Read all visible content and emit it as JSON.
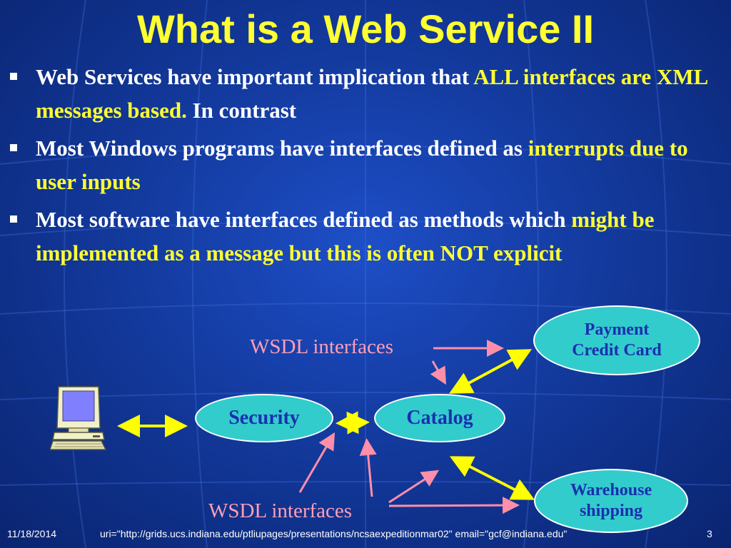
{
  "slide": {
    "title": "What is a Web Service II",
    "bullets": [
      {
        "parts": [
          {
            "text": "Web Services have important implication that ",
            "highlight": false
          },
          {
            "text": "ALL interfaces are XML messages based.",
            "highlight": true
          },
          {
            "text": " In contrast",
            "highlight": false
          }
        ]
      },
      {
        "parts": [
          {
            "text": "Most Windows programs have interfaces defined as ",
            "highlight": false
          },
          {
            "text": "interrupts due to user inputs",
            "highlight": true
          }
        ]
      },
      {
        "parts": [
          {
            "text": "Most software have interfaces defined as methods which ",
            "highlight": false
          },
          {
            "text": "might be implemented as a message but this is often NOT explicit",
            "highlight": true
          }
        ]
      }
    ]
  },
  "diagram": {
    "wsdl_top": "WSDL interfaces",
    "wsdl_bottom": "WSDL interfaces",
    "security": "Security",
    "catalog": "Catalog",
    "payment_line1": "Payment",
    "payment_line2": "Credit Card",
    "warehouse_line1": "Warehouse",
    "warehouse_line2": "shipping",
    "icons": {
      "computer": "computer-icon"
    },
    "colors": {
      "oval_fill": "#33cccc",
      "oval_text": "#1a2fb0",
      "arrow_yellow": "#ffff00",
      "arrow_pink": "#ff8fa8",
      "wsdl_text": "#ff9fb4"
    }
  },
  "footer": {
    "date": "11/18/2014",
    "uri": "uri=\"http://grids.ucs.indiana.edu/ptliupages/presentations/ncsaexpeditionmar02\" email=\"gcf@indiana.edu\"",
    "page": "3"
  }
}
